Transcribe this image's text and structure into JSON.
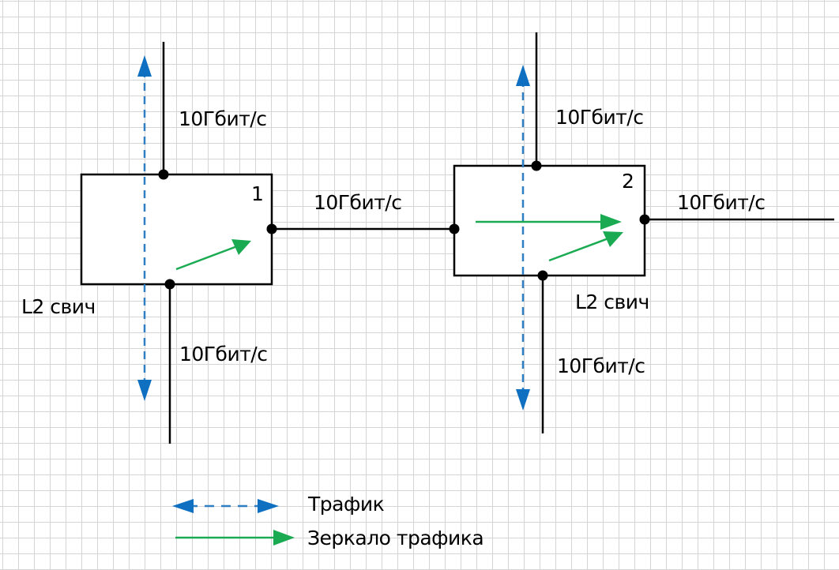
{
  "colors": {
    "traffic": "#0f6fc0",
    "mirror": "#1aab52",
    "line": "#000000",
    "grid": "#d4d4d4"
  },
  "switches": [
    {
      "id": "1",
      "number_label": "1",
      "type_label": "L2 свич"
    },
    {
      "id": "2",
      "number_label": "2",
      "type_label": "L2 свич"
    }
  ],
  "links": {
    "sw1_top": "10Гбит/с",
    "sw1_bottom": "10Гбит/с",
    "sw1_sw2": "10Гбит/с",
    "sw2_top": "10Гбит/с",
    "sw2_bottom": "10Гбит/с",
    "sw2_right": "10Гбит/с"
  },
  "legend": {
    "traffic_label": "Трафик",
    "mirror_label": "Зеркало трафика"
  }
}
